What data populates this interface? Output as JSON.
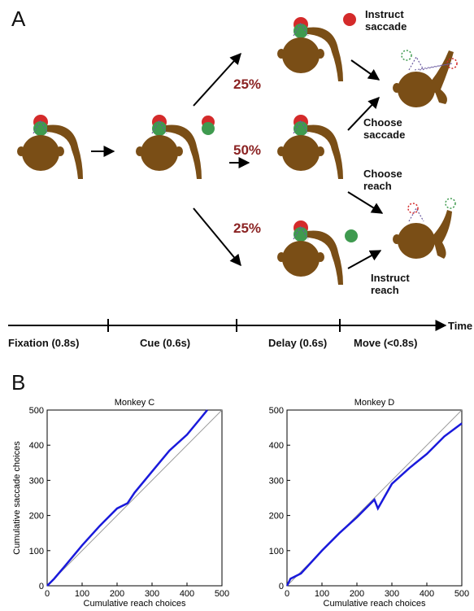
{
  "panel_a": {
    "letter": "A",
    "probabilities": {
      "top": "25%",
      "middle": "50%",
      "bottom": "25%"
    },
    "labels": {
      "instruct_saccade": [
        "Instruct",
        "saccade"
      ],
      "choose_saccade": [
        "Choose",
        "saccade"
      ],
      "choose_reach": [
        "Choose",
        "reach"
      ],
      "instruct_reach": [
        "Instruct",
        "reach"
      ]
    },
    "timeline": {
      "axis_label": "Time",
      "phases": [
        "Fixation (0.8s)",
        "Cue (0.6s)",
        "Delay (0.6s)",
        "Move (<0.8s)"
      ]
    },
    "colors": {
      "monkey": "#7a4e16",
      "red_target": "#d42a2a",
      "green_target": "#3f9a4f",
      "percent": "#8b2323"
    }
  },
  "panel_b": {
    "letter": "B"
  },
  "chart_data": [
    {
      "type": "line",
      "title": "Monkey C",
      "xlabel": "Cumulative reach choices",
      "ylabel": "Cumulative saccade choices",
      "xlim": [
        0,
        500
      ],
      "ylim": [
        0,
        500
      ],
      "xticks": [
        0,
        100,
        200,
        300,
        400,
        500
      ],
      "yticks": [
        0,
        100,
        200,
        300,
        400,
        500
      ],
      "series": [
        {
          "color": "#1a1adb",
          "x": [
            0,
            20,
            50,
            100,
            150,
            200,
            230,
            250,
            300,
            350,
            400,
            440,
            458
          ],
          "y": [
            0,
            20,
            55,
            115,
            170,
            220,
            235,
            265,
            325,
            385,
            430,
            478,
            500
          ]
        },
        {
          "color": "#999999",
          "x": [
            0,
            500
          ],
          "y": [
            0,
            500
          ]
        }
      ]
    },
    {
      "type": "line",
      "title": "Monkey D",
      "xlabel": "Cumulative reach choices",
      "ylabel": "",
      "xlim": [
        0,
        500
      ],
      "ylim": [
        0,
        500
      ],
      "xticks": [
        0,
        100,
        200,
        300,
        400,
        500
      ],
      "yticks": [
        0,
        100,
        200,
        300,
        400,
        500
      ],
      "series": [
        {
          "color": "#1a1adb",
          "x": [
            0,
            10,
            40,
            100,
            150,
            200,
            250,
            260,
            300,
            350,
            400,
            450,
            500
          ],
          "y": [
            0,
            20,
            35,
            100,
            150,
            195,
            245,
            220,
            290,
            335,
            375,
            425,
            462
          ]
        },
        {
          "color": "#999999",
          "x": [
            0,
            500
          ],
          "y": [
            0,
            500
          ]
        }
      ]
    }
  ]
}
